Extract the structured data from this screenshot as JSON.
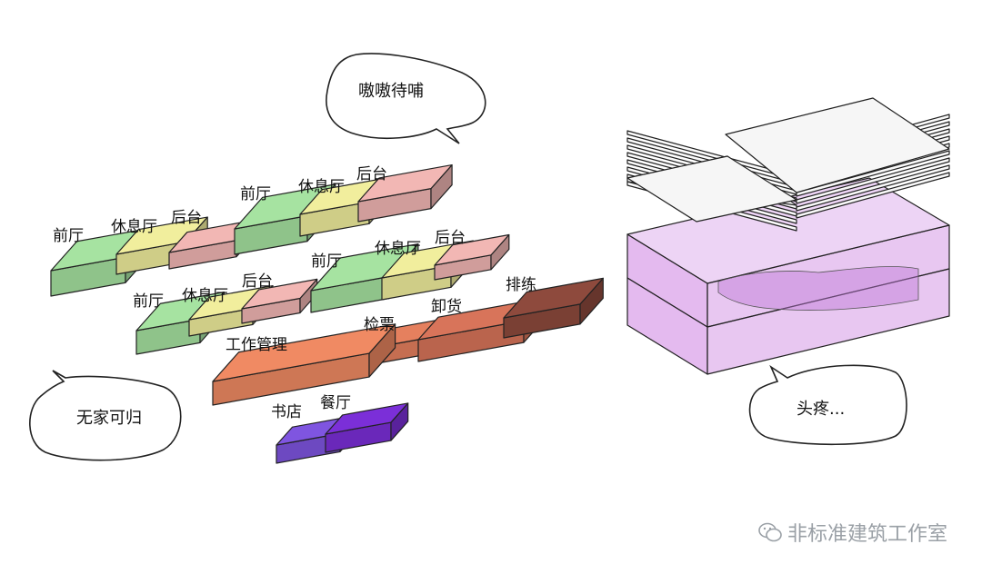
{
  "bubbles": {
    "top": "嗷嗷待哺",
    "left": "无家可归",
    "right": "头疼..."
  },
  "labels": {
    "g1_front": "前厅",
    "g1_lounge": "休息厅",
    "g1_back": "后台",
    "g2_front": "前厅",
    "g2_lounge": "休息厅",
    "g2_back": "后台",
    "g3_front": "前厅",
    "g3_lounge": "休息厅",
    "g3_back": "后台",
    "g4_front": "前厅",
    "g4_lounge": "休息厅",
    "g4_back": "后台",
    "ticket": "检票",
    "unload": "卸货",
    "rehearsal": "排练",
    "management": "工作管理",
    "bookstore": "书店",
    "restaurant": "餐厅"
  },
  "watermark": "非标准建筑工作室",
  "colors": {
    "front": "#a6e3a1",
    "lounge": "#f1ee9d",
    "back": "#f2b7b4",
    "ticket": "#e5805e",
    "unload": "#d8745a",
    "rehearsal": "#8e4a3d",
    "management": "#f08a63",
    "bookstore": "#7f55e0",
    "restaurant": "#7b2fd8",
    "floor_slab": "#f4f4f4",
    "podium": "#dca6ec"
  }
}
